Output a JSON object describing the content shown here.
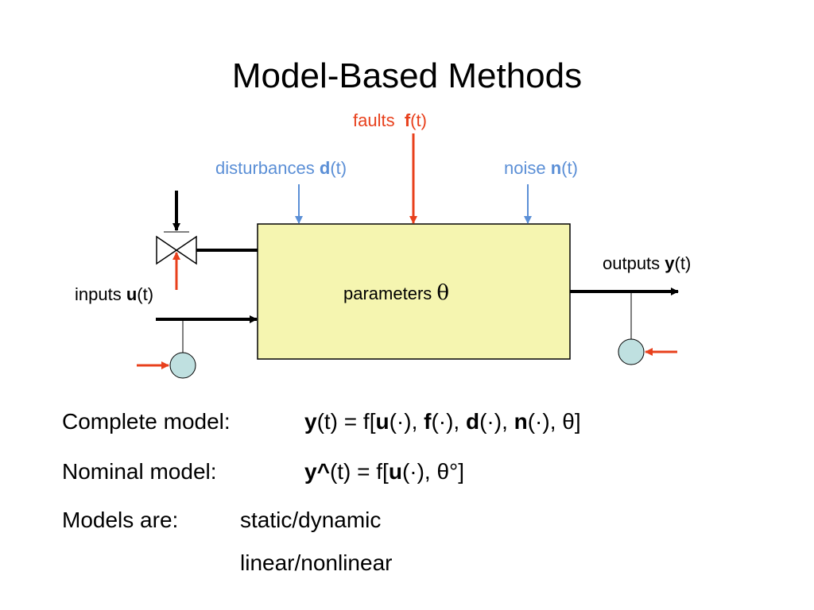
{
  "title": "Model-Based Methods",
  "colors": {
    "fault": "#e8401c",
    "disturbance": "#5b8fd6",
    "box_fill": "#f5f5b0",
    "sensor_fill": "#bfe0e0"
  },
  "labels": {
    "faults_text": "faults",
    "faults_sym": "f",
    "faults_arg": "(t)",
    "disturbances_text": "disturbances",
    "disturbances_sym": "d",
    "disturbances_arg": "(t)",
    "noise_text": "noise",
    "noise_sym": "n",
    "noise_arg": "(t)",
    "outputs_text": "outputs",
    "outputs_sym": "y",
    "outputs_arg": "(t)",
    "inputs_text": "inputs",
    "inputs_sym": "u",
    "inputs_arg": "(t)",
    "parameters_text": "parameters",
    "parameters_sym": "θ"
  },
  "models": {
    "complete_label": "Complete model:",
    "complete_eq": {
      "y": "y",
      "a": "(t) = f[",
      "u": "u",
      "b": "(·), ",
      "f": "f",
      "c": "(·), ",
      "d": "d",
      "e": "(·), ",
      "n": "n",
      "g": "(·), θ]"
    },
    "nominal_label": "Nominal model:",
    "nominal_eq": {
      "y": "y^",
      "a": "(t) = f[",
      "u": "u",
      "b": "(·), θ°]"
    },
    "types_label": "Models are:",
    "type_1": "static/dynamic",
    "type_2": "linear/nonlinear"
  }
}
